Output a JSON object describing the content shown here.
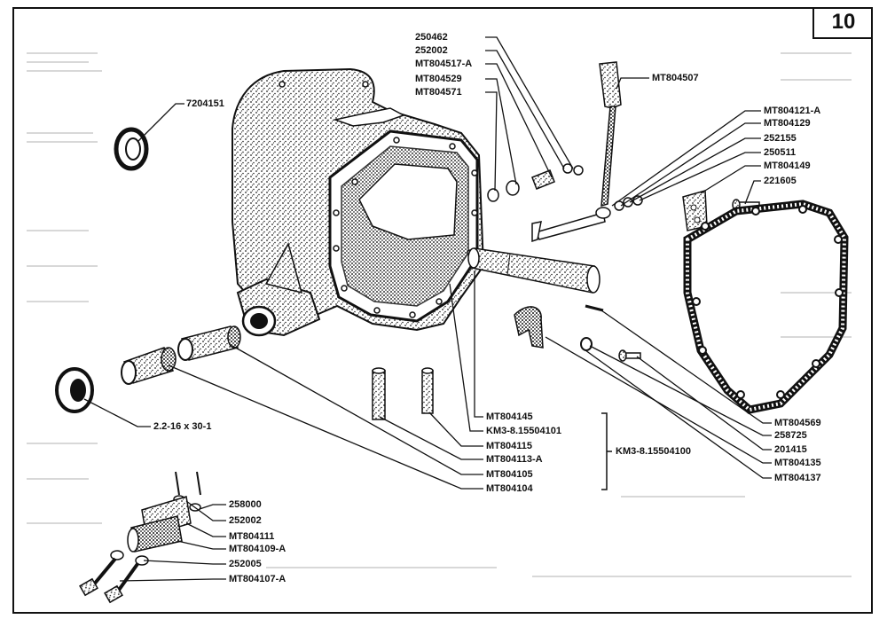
{
  "page": {
    "number": "10",
    "ink_color": "#111111",
    "paper_color": "#ffffff"
  },
  "callouts": {
    "p7204151": "7204151",
    "p250462": "250462",
    "p252002a": "252002",
    "pMT804517A": "MT804517-A",
    "pMT804529": "MT804529",
    "pMT804571": "MT804571",
    "pMT804507": "MT804507",
    "pMT804121A": "MT804121-A",
    "pMT804129": "MT804129",
    "p252155": "252155",
    "p250511": "250511",
    "pMT804149": "MT804149",
    "p221605": "221605",
    "pSeal": "2.2-16 x 30-1",
    "pMT804145": "MT804145",
    "pKM3a": "KM3-8.15504101",
    "pMT804115": "MT804115",
    "pMT804113A": "MT804113-A",
    "pMT804105": "MT804105",
    "pMT804104": "MT804104",
    "pKM3b": "KM3-8.15504100",
    "pMT804569": "MT804569",
    "p258725": "258725",
    "p201415": "201415",
    "pMT804135": "MT804135",
    "pMT804137": "MT804137",
    "p258000": "258000",
    "p252002b": "252002",
    "pMT804111": "MT804111",
    "pMT804109A": "MT804109-A",
    "p252005": "252005",
    "pMT804107A": "MT804107-A"
  }
}
